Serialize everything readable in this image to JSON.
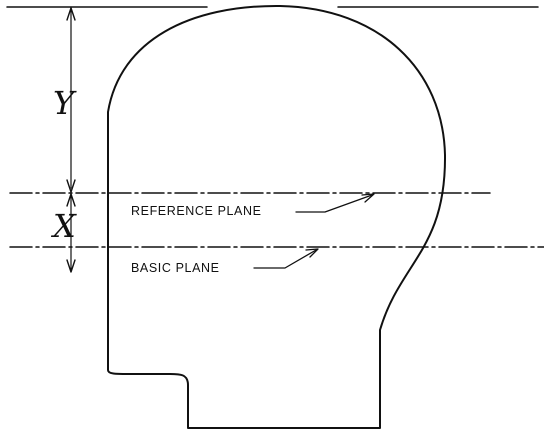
{
  "dimensions": {
    "upper_label": "Y",
    "lower_label": "X"
  },
  "planes": {
    "reference_label": "REFERENCE PLANE",
    "basic_label": "BASIC PLANE"
  },
  "colors": {
    "ink": "#111111",
    "background": "#ffffff"
  }
}
